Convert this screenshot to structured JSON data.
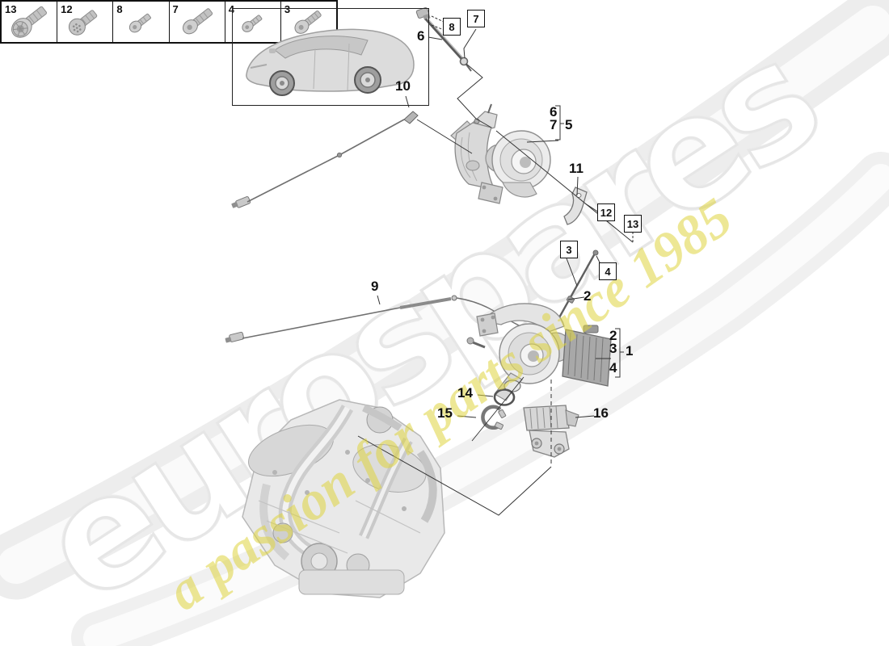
{
  "page": {
    "type": "exhaust-turbocharger-parts-diagram"
  },
  "watermark": {
    "brand": "eurospares",
    "tagline": "a passion for parts since 1985",
    "brand_fill": "#ffffff",
    "brand_outline": "#e6e6e6",
    "tagline_color": "#ded43e",
    "swoosh_color": "#eeeeee"
  },
  "vehicle": {
    "thumbnail": "porsche-panamera-side-view"
  },
  "callouts": {
    "plain": [
      {
        "label": "6"
      },
      {
        "label": "10"
      },
      {
        "label": "6"
      },
      {
        "label": "7"
      },
      {
        "label": "5"
      },
      {
        "label": "11"
      },
      {
        "label": "9"
      },
      {
        "label": "2"
      },
      {
        "label": "2"
      },
      {
        "label": "3"
      },
      {
        "label": "4"
      },
      {
        "label": "1"
      },
      {
        "label": "14"
      },
      {
        "label": "15"
      },
      {
        "label": "16"
      }
    ],
    "boxed": [
      {
        "label": "8"
      },
      {
        "label": "7"
      },
      {
        "label": "12"
      },
      {
        "label": "13"
      },
      {
        "label": "3"
      },
      {
        "label": "4"
      }
    ]
  },
  "legend": {
    "items": [
      {
        "number": "13",
        "icon": "bolt-icon"
      },
      {
        "number": "12",
        "icon": "bolt-icon"
      },
      {
        "number": "8",
        "icon": "screw-icon"
      },
      {
        "number": "7",
        "icon": "screw-icon"
      },
      {
        "number": "4",
        "icon": "screw-icon"
      },
      {
        "number": "3",
        "icon": "screw-icon"
      }
    ]
  },
  "colors": {
    "background": "#ffffff",
    "line": "#333333",
    "label": "#111111",
    "part_fill": "#e8e8e8",
    "part_dark": "#a8a8a8"
  }
}
